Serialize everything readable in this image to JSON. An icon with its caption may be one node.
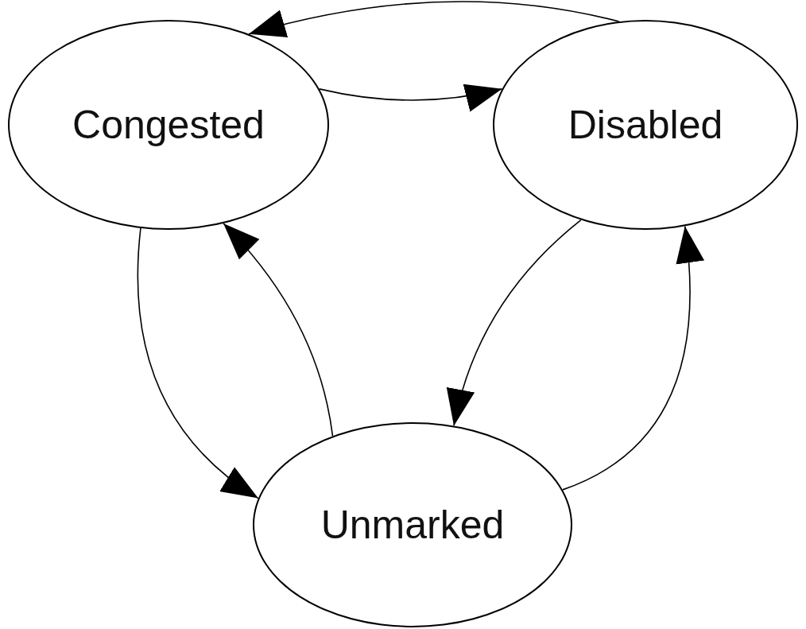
{
  "diagram": {
    "nodes": [
      {
        "text": [
          "Congested"
        ]
      },
      {
        "text": [
          "Disabled"
        ]
      },
      {
        "text": [
          "Unmarked"
        ]
      }
    ],
    "edges": [
      {
        "from": 1,
        "to": 0,
        "arrow": "to"
      },
      {
        "from": 0,
        "to": 1,
        "arrow": "to"
      },
      {
        "from": 0,
        "to": 2,
        "arrow": "to"
      },
      {
        "from": 2,
        "to": 0,
        "arrow": "to"
      },
      {
        "from": 1,
        "to": 2,
        "arrow": "to"
      },
      {
        "from": 2,
        "to": 1,
        "arrow": "to"
      }
    ]
  }
}
